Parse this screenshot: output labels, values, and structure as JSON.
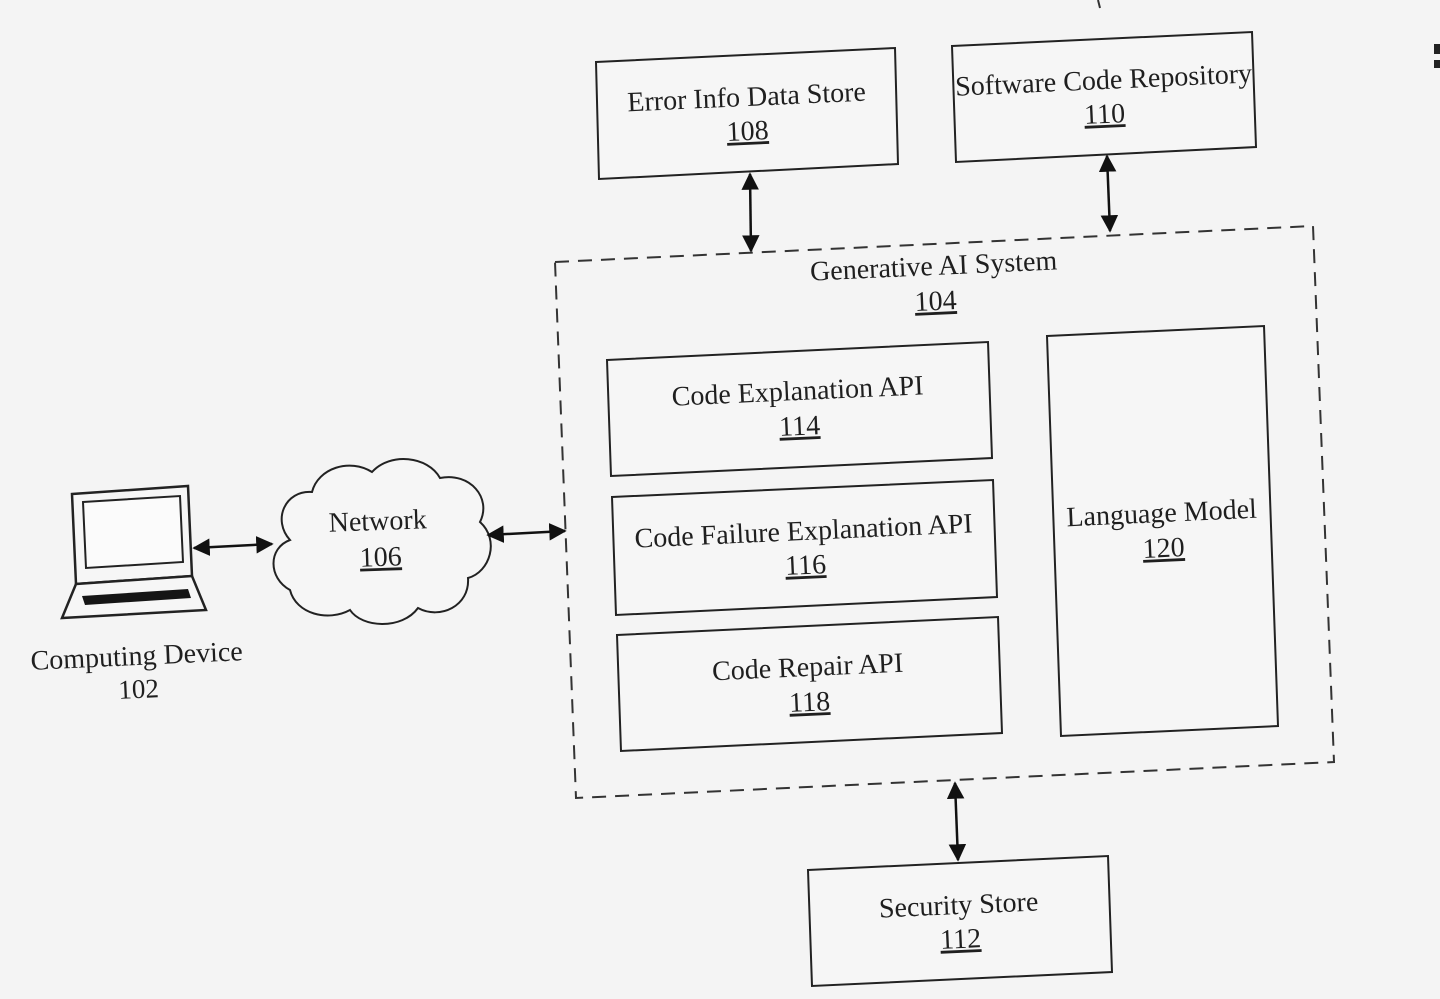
{
  "nodes": {
    "error_store": {
      "label": "Error Info Data Store",
      "ref": "108"
    },
    "code_repo": {
      "label": "Software Code Repository",
      "ref": "110"
    },
    "gen_ai": {
      "label": "Generative AI System",
      "ref": "104"
    },
    "code_explanation": {
      "label": "Code Explanation API",
      "ref": "114"
    },
    "code_failure": {
      "label": "Code Failure Explanation API",
      "ref": "116"
    },
    "code_repair": {
      "label": "Code Repair API",
      "ref": "118"
    },
    "language_model": {
      "label": "Language Model",
      "ref": "120"
    },
    "network": {
      "label": "Network",
      "ref": "106"
    },
    "computing_device": {
      "label": "Computing Device",
      "ref": "102"
    },
    "security_store": {
      "label": "Security Store",
      "ref": "112"
    }
  }
}
